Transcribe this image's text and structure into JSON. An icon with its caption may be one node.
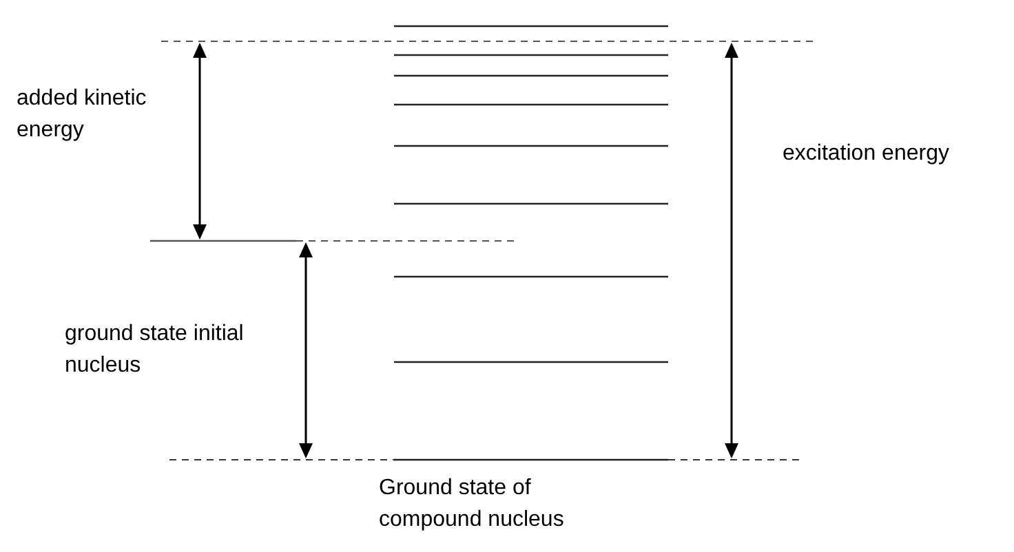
{
  "diagram": {
    "labels": [
      "added kinetic energy",
      "excitation energy",
      "ground state initial nucleus",
      "Ground state of compound nucleus"
    ]
  }
}
